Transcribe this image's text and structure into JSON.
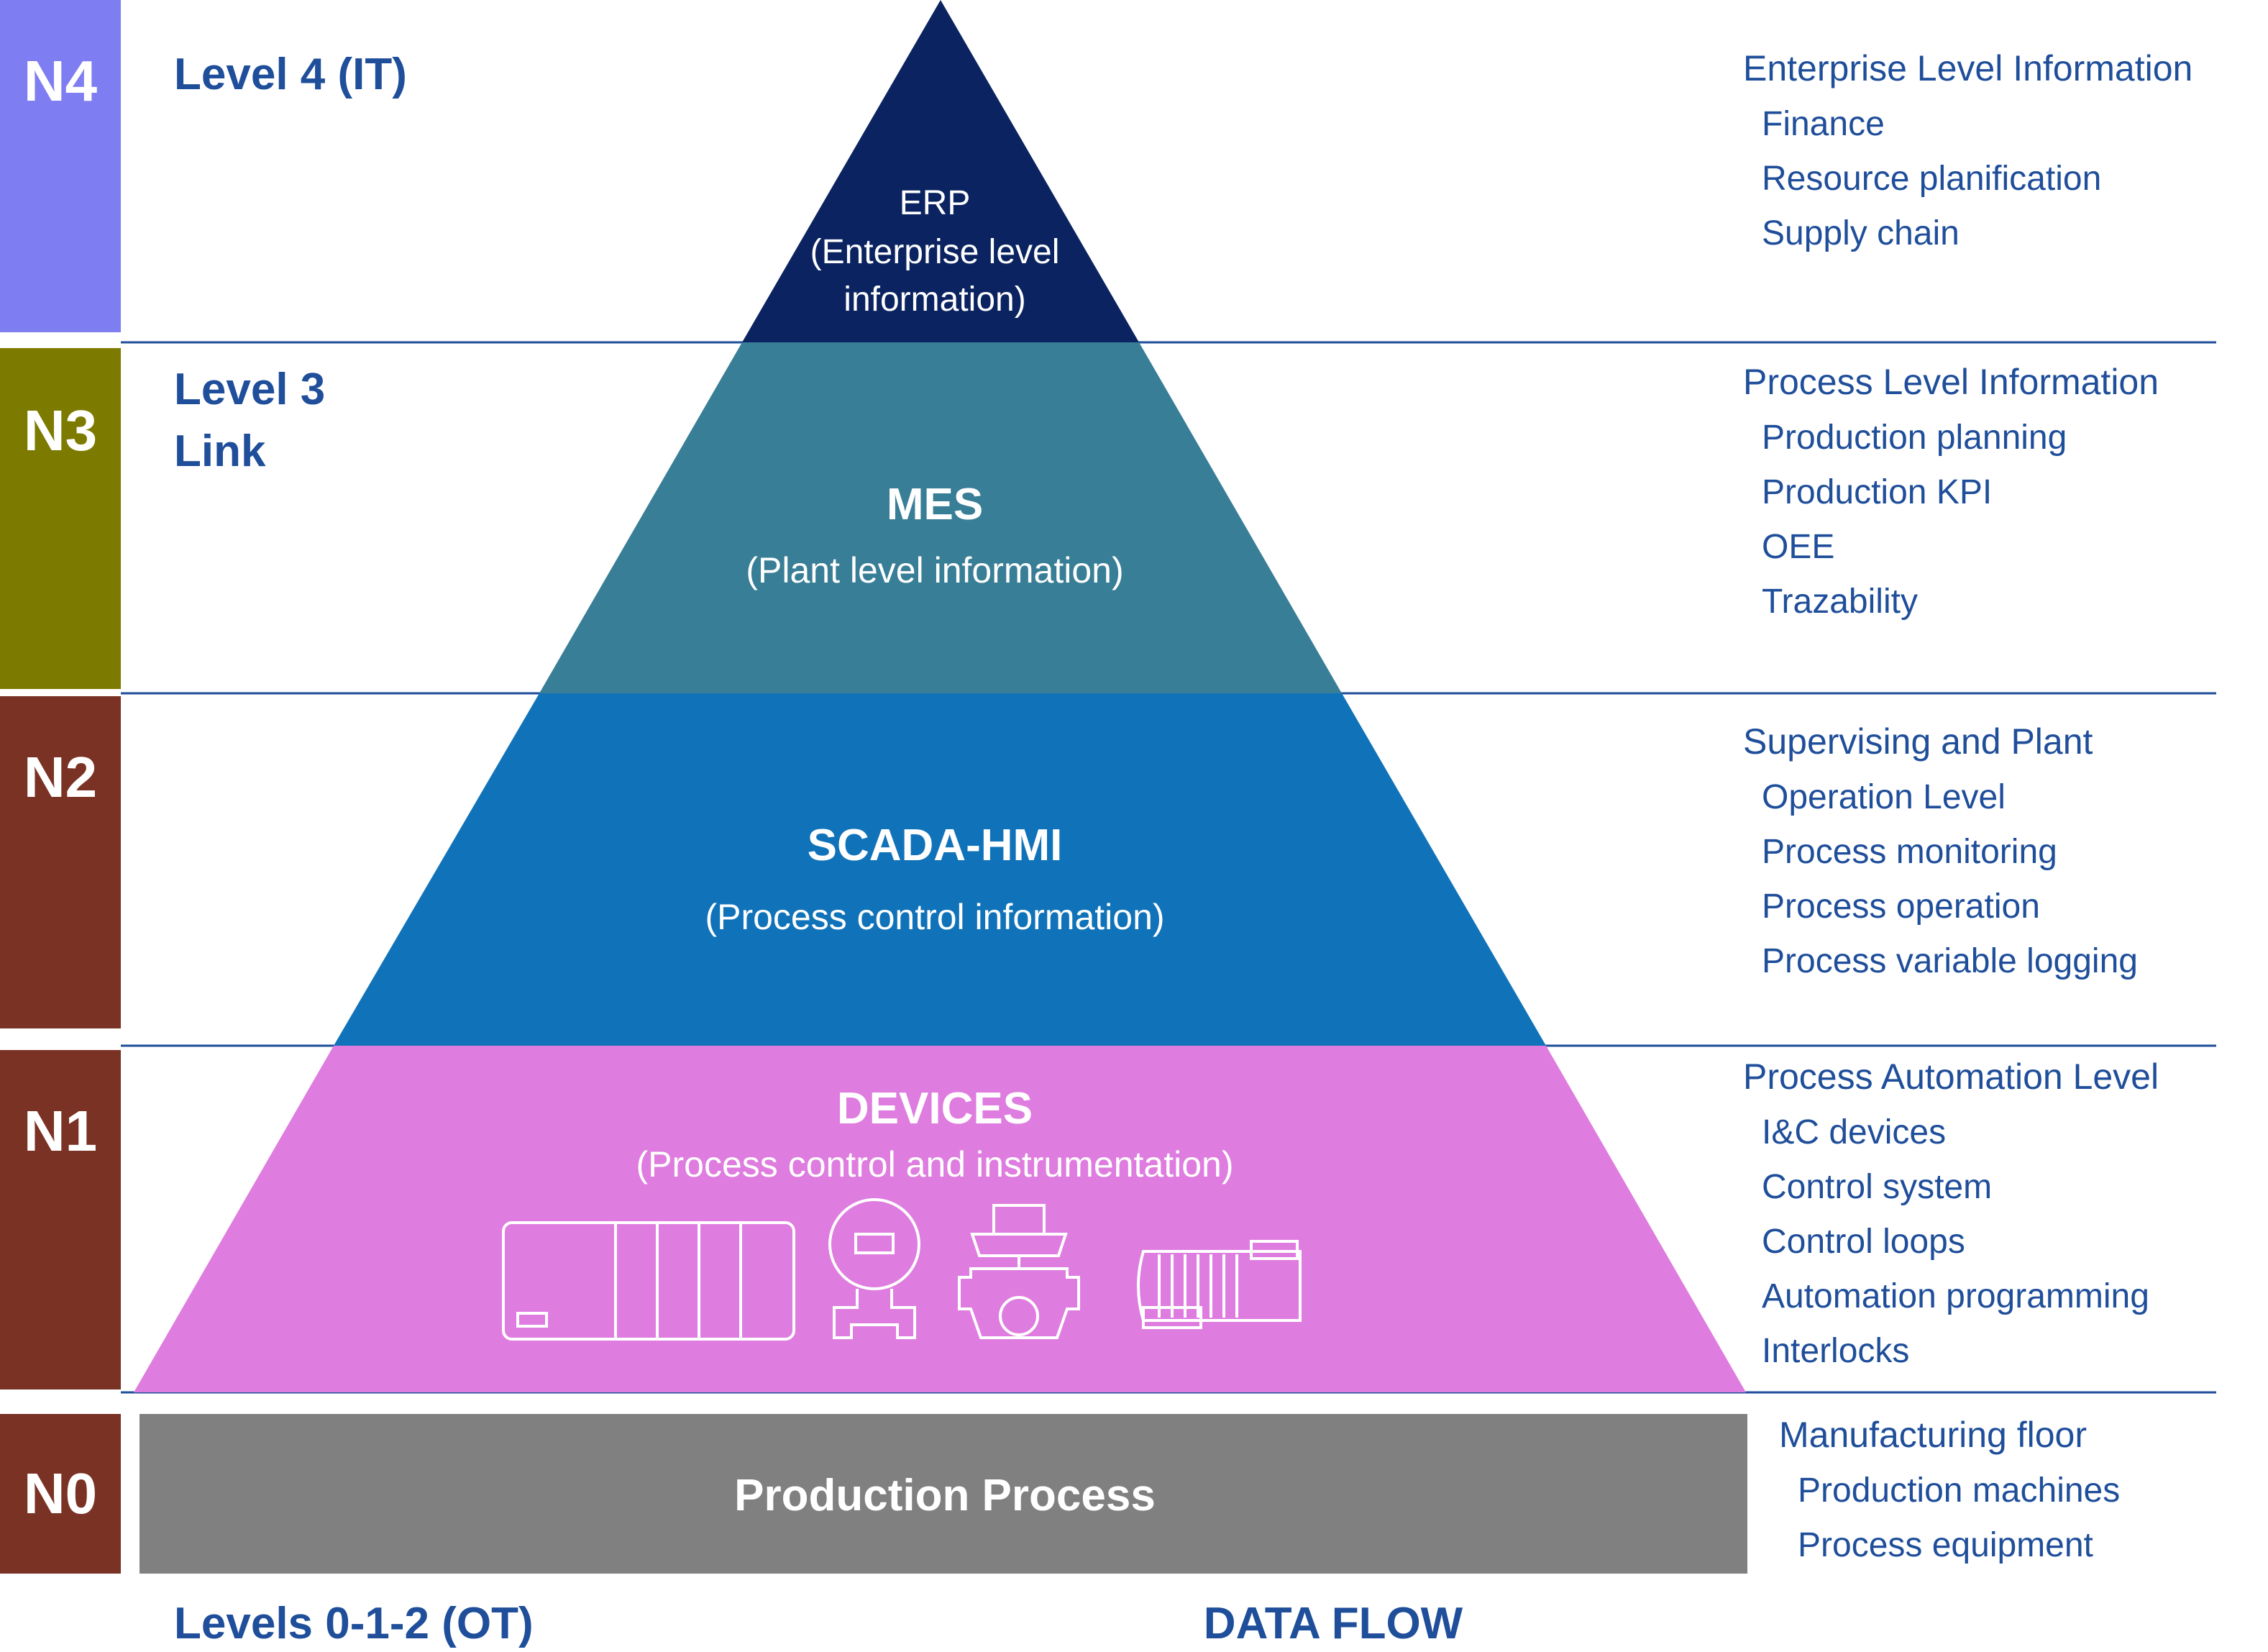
{
  "levels": {
    "n4": {
      "badge": "N4",
      "label": "Level 4 (IT)",
      "color": "#7f7df2"
    },
    "n3": {
      "badge": "N3",
      "label_line1": "Level 3",
      "label_line2": "Link",
      "color": "#7d7a00"
    },
    "n2": {
      "badge": "N2",
      "color": "#7a3224"
    },
    "n1": {
      "badge": "N1",
      "color": "#7a3224"
    },
    "n0": {
      "badge": "N0",
      "color": "#7a3224"
    }
  },
  "pyramid": {
    "erp": {
      "line1": "ERP",
      "line2": "(Enterprise level",
      "line3": "information)",
      "color": "#0b2461"
    },
    "mes": {
      "title": "MES",
      "subtitle": "(Plant level information)",
      "color": "#387e96"
    },
    "scada": {
      "title": "SCADA-HMI",
      "subtitle": "(Process control information)",
      "color": "#1073b9"
    },
    "devices": {
      "title": "DEVICES",
      "subtitle": "(Process control and instrumentation)",
      "color": "#de7ddf",
      "icons": [
        "plc-icon",
        "pressure-transmitter-icon",
        "control-valve-icon",
        "electric-motor-icon"
      ]
    },
    "production": {
      "title": "Production Process",
      "color": "#808080"
    }
  },
  "info": {
    "n4": {
      "heading": "Enterprise Level Information",
      "items": [
        "Finance",
        "Resource planification",
        "Supply chain"
      ]
    },
    "n3": {
      "heading": "Process Level Information",
      "items": [
        "Production planning",
        "Production KPI",
        "OEE",
        "Trazability"
      ]
    },
    "n2": {
      "heading": "Supervising and Plant",
      "items": [
        "Operation Level",
        "Process monitoring",
        "Process operation",
        "Process variable logging"
      ]
    },
    "n1": {
      "heading": "Process Automation Level",
      "items": [
        "I&C devices",
        "Control system",
        "Control loops",
        "Automation programming",
        "Interlocks"
      ]
    },
    "n0": {
      "heading": "Manufacturing floor",
      "items": [
        "Production machines",
        "Process equipment"
      ]
    }
  },
  "footer": {
    "ot_label": "Levels 0-1-2 (OT)",
    "flow_label": "DATA FLOW"
  },
  "colors": {
    "text_blue": "#1f4e9a",
    "separator": "#1f4e9a"
  }
}
